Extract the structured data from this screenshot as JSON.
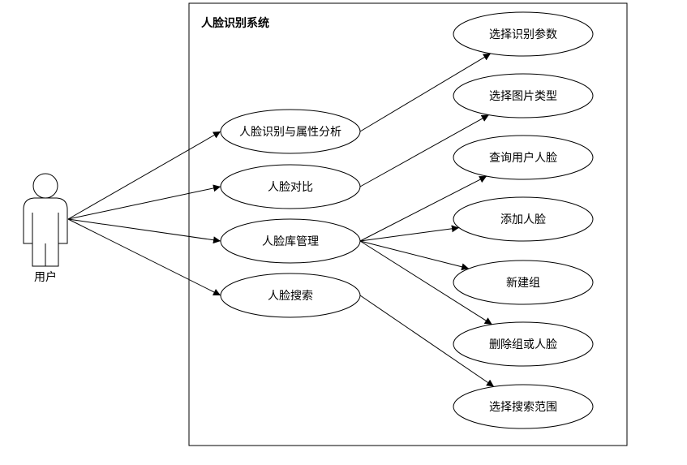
{
  "system": {
    "title": "人脸识别系统"
  },
  "actor": {
    "label": "用户"
  },
  "primary_use_cases": [
    {
      "id": "uc_attr",
      "label": "人脸识别与属性分析"
    },
    {
      "id": "uc_compare",
      "label": "人脸对比"
    },
    {
      "id": "uc_lib",
      "label": "人脸库管理"
    },
    {
      "id": "uc_search",
      "label": "人脸搜索"
    }
  ],
  "secondary_use_cases": [
    {
      "id": "uc_params",
      "label": "选择识别参数"
    },
    {
      "id": "uc_imgtype",
      "label": "选择图片类型"
    },
    {
      "id": "uc_query",
      "label": "查询用户人脸"
    },
    {
      "id": "uc_add",
      "label": "添加人脸"
    },
    {
      "id": "uc_newgroup",
      "label": "新建组"
    },
    {
      "id": "uc_delete",
      "label": "删除组或人脸"
    },
    {
      "id": "uc_range",
      "label": "选择搜索范围"
    }
  ],
  "associations": [
    {
      "from": "actor",
      "to": "uc_attr"
    },
    {
      "from": "actor",
      "to": "uc_compare"
    },
    {
      "from": "actor",
      "to": "uc_lib"
    },
    {
      "from": "actor",
      "to": "uc_search"
    },
    {
      "from": "uc_attr",
      "to": "uc_params"
    },
    {
      "from": "uc_compare",
      "to": "uc_imgtype"
    },
    {
      "from": "uc_lib",
      "to": "uc_query"
    },
    {
      "from": "uc_lib",
      "to": "uc_add"
    },
    {
      "from": "uc_lib",
      "to": "uc_newgroup"
    },
    {
      "from": "uc_lib",
      "to": "uc_delete"
    },
    {
      "from": "uc_search",
      "to": "uc_range"
    }
  ]
}
